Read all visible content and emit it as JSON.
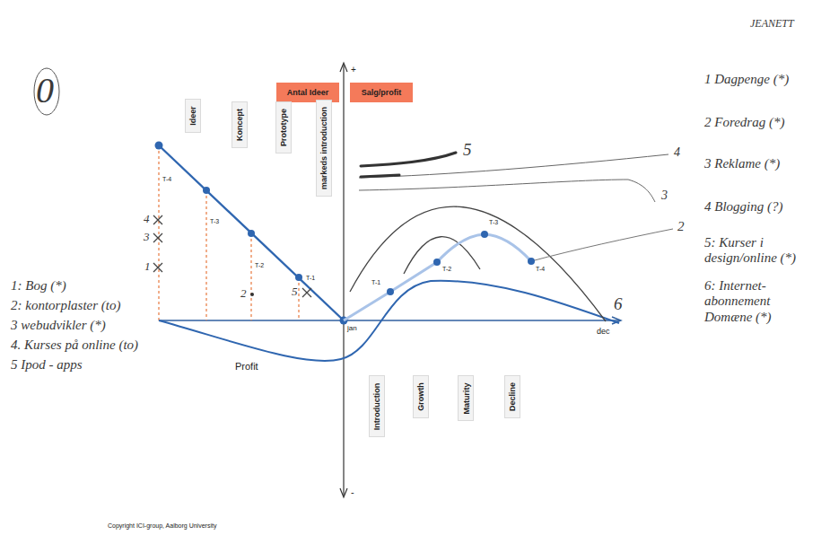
{
  "diagram": {
    "nodes": [
      {
        "text": [
          "Antal Ideer"
        ]
      },
      {
        "text": [
          "Salg/profit"
        ]
      },
      {
        "text": [
          "Ideer"
        ]
      },
      {
        "text": [
          "Koncept"
        ]
      },
      {
        "text": [
          "Prototype"
        ]
      },
      {
        "text": [
          "markeds introduction"
        ]
      },
      {
        "text": [
          "Introduction"
        ]
      },
      {
        "text": [
          "Growth"
        ]
      },
      {
        "text": [
          "Maturity"
        ]
      },
      {
        "text": [
          "Decline"
        ]
      }
    ],
    "labels": [
      "JEANETT",
      "0",
      "+",
      "-",
      "Profit",
      "jan",
      "dec",
      "T-4",
      "T-3",
      "T-2",
      "T-1",
      "T-1",
      "T-2",
      "T-3",
      "T-4",
      "4",
      "3",
      "1",
      "2",
      "5",
      "1: Bog (*)",
      "2: kontorplaster (to)",
      "3 webudvikler (*)",
      "4. Kurses på online (to)",
      "5 Ipod - apps",
      "5",
      "4",
      "3",
      "2",
      "6",
      "1 Dagpenge (*)",
      "2 Foredrag (*)",
      "3 Reklame (*)",
      "4 Blogging (?)",
      "5: Kurser i design/online (*)",
      "6: Internet-abonnement Domæne (*)",
      "Copyright ICI-group, Aalborg University"
    ]
  }
}
